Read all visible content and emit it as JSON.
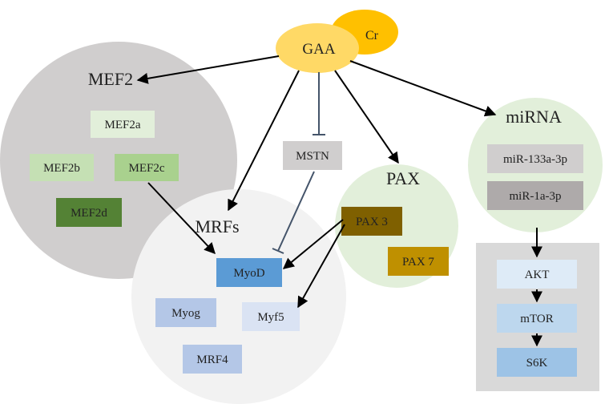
{
  "nodes": {
    "cr": "Cr",
    "gaa": "GAA",
    "mstn": "MSTN",
    "mef2": {
      "title": "MEF2",
      "items": [
        "MEF2a",
        "MEF2b",
        "MEF2c",
        "MEF2d"
      ]
    },
    "mrfs": {
      "title": "MRFs",
      "items": [
        "MyoD",
        "Myog",
        "Myf5",
        "MRF4"
      ]
    },
    "pax": {
      "title": "PAX",
      "items": [
        "PAX 3",
        "PAX 7"
      ]
    },
    "mirna": {
      "title": "miRNA",
      "items": [
        "miR-133a-3p",
        "miR-1a-3p"
      ]
    },
    "pathway": {
      "items": [
        "AKT",
        "mTOR",
        "S6K"
      ]
    }
  },
  "colors": {
    "gaa": "#ffd966",
    "cr": "#ffc000",
    "mef2_circle": "#d0cece",
    "mrfs_circle": "#f2f2f2",
    "pax_circle": "#e2efda",
    "mirna_circle": "#e2efda",
    "pathway_panel": "#d9d9d9",
    "arrow": "#000000",
    "inhibit": "#44546a"
  }
}
